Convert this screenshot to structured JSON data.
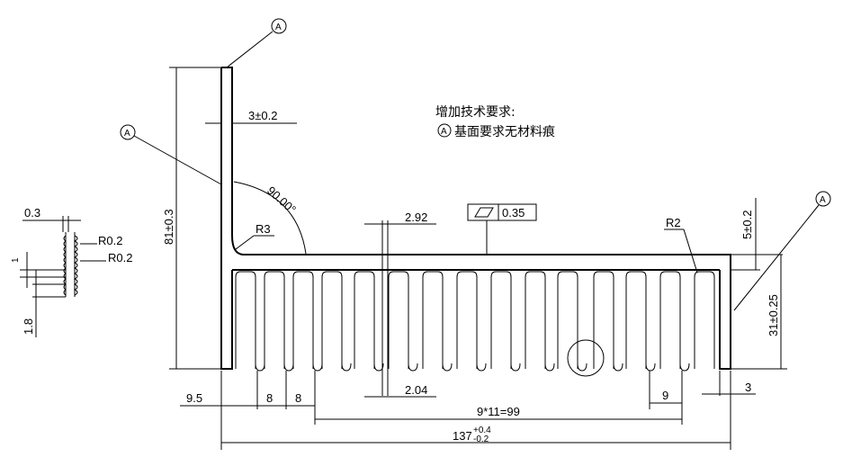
{
  "notes": {
    "title": "增加技术要求:",
    "item1": "基面要求无材料痕",
    "datum_letter": "A"
  },
  "dims": {
    "height": "81±0.3",
    "thickness": "3±0.2",
    "angle": "90.00°",
    "r3": "R3",
    "r2": "R2",
    "fin_gap": "2.92",
    "flatness": "0.35",
    "base_thk": "5±0.2",
    "fin_height": "31±0.25",
    "left_offset": "9.5",
    "pitch_a": "8",
    "pitch_b": "8",
    "fin_thk": "2.04",
    "pitch_total": "9*11=99",
    "pitch_c": "9",
    "end_thk": "3",
    "overall_base": "137",
    "tol_plus": "+0.4",
    "tol_minus": "-0.2"
  },
  "detail": {
    "w": "0.3",
    "r1": "R0.2",
    "r2": "R0.2",
    "d1": "1",
    "d2": "1.8"
  }
}
